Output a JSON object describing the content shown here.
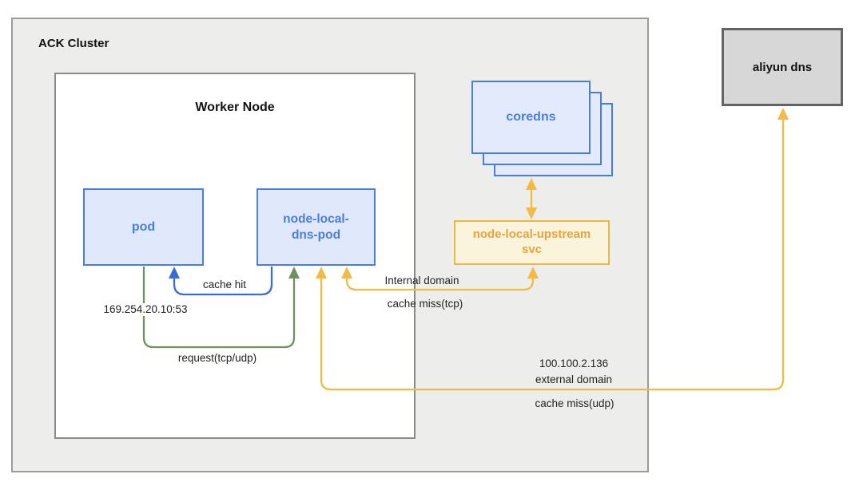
{
  "diagram": {
    "cluster": {
      "label": "ACK Cluster"
    },
    "worker_node": {
      "label": "Worker Node"
    },
    "nodes": {
      "pod": {
        "label": "pod"
      },
      "node_local_dns_pod": {
        "line1": "node-local-",
        "line2": "dns-pod"
      },
      "coredns": {
        "label": "coredns"
      },
      "upstream_svc": {
        "line1": "node-local-upstream",
        "line2": "svc"
      },
      "aliyun_dns": {
        "label": "aliyun dns"
      }
    },
    "edges": {
      "cache_hit": {
        "label": "cache hit",
        "color": "#3a6cd8"
      },
      "request": {
        "ip_label": "169.254.20.10:53",
        "label": "request(tcp/udp)",
        "color": "#71905f"
      },
      "internal": {
        "label1": "Internal domain",
        "label2": "cache miss(tcp)",
        "color": "#f2bb45"
      },
      "coredns_svc": {
        "color": "#f2bb45"
      },
      "external": {
        "label1": "100.100.2.136",
        "label2": "external domain",
        "label3": "cache miss(udp)",
        "color": "#f2bb45"
      }
    },
    "colors": {
      "blue_node_border": "#4a7de2",
      "blue_node_fill": "#e0e9fb",
      "yellow_box_border": "#ecb73e",
      "yellow_box_fill": "#fbf4dc",
      "yellow_box_text": "#e8a33d",
      "cluster_fill": "#ededec",
      "cluster_border": "#9b9b9b",
      "aliyun_fill": "#d7d7d7",
      "aliyun_border": "#636363"
    }
  }
}
